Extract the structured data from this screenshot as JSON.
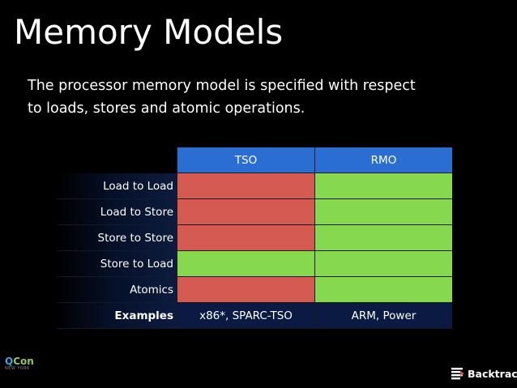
{
  "slide": {
    "title": "Memory Models",
    "subtitle_lines": [
      "The processor memory model is specified with respect",
      "to loads, stores and atomic operations."
    ]
  },
  "table": {
    "columns": [
      "TSO",
      "RMO"
    ],
    "rows": [
      {
        "label": "Load to Load",
        "tso": "red",
        "rmo": "green"
      },
      {
        "label": "Load to Store",
        "tso": "red",
        "rmo": "green"
      },
      {
        "label": "Store to Store",
        "tso": "red",
        "rmo": "green"
      },
      {
        "label": "Store to Load",
        "tso": "green",
        "rmo": "green"
      },
      {
        "label": "Atomics",
        "tso": "red",
        "rmo": "green"
      }
    ],
    "examples": {
      "label": "Examples",
      "tso": "x86*, SPARC-TSO",
      "rmo": "ARM, Power"
    },
    "colors": {
      "header": "#2a6ed4",
      "red": "#d45a52",
      "green": "#86d94e",
      "examples_bg": "#0a1a42"
    }
  },
  "footer": {
    "qcon_q": "Q",
    "qcon_rest": "Con",
    "qcon_sub": "NEW YORK",
    "backtrace": "Backtrace",
    "backtrace_icon": "backtrace-logo-icon"
  }
}
